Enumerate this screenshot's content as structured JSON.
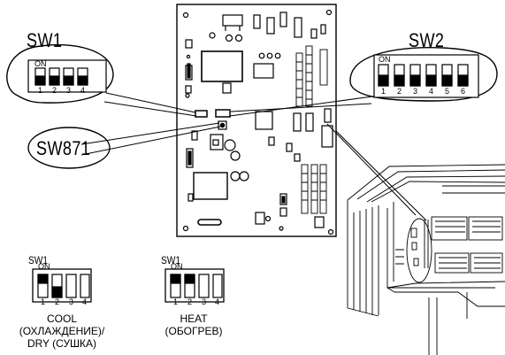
{
  "callouts": {
    "sw1": {
      "title": "SW1",
      "on_label": "ON",
      "numbers": [
        "1",
        "2",
        "3",
        "4"
      ]
    },
    "sw2": {
      "title": "SW2",
      "on_label": "ON",
      "numbers": [
        "1",
        "2",
        "3",
        "4",
        "5",
        "6"
      ]
    },
    "sw871": {
      "title": "SW871"
    }
  },
  "settings": [
    {
      "switch_label": "SW1",
      "on_label": "ON",
      "numbers": [
        "1",
        "2",
        "3",
        "4"
      ],
      "mode_lines": [
        "COOL",
        "(ОХЛАЖДЕНИЕ)/",
        "DRY (СУШКА)"
      ]
    },
    {
      "switch_label": "SW1",
      "on_label": "ON",
      "numbers": [
        "1",
        "2",
        "3",
        "4"
      ],
      "mode_lines": [
        "HEAT",
        "(ОБОГРЕВ)"
      ]
    }
  ]
}
